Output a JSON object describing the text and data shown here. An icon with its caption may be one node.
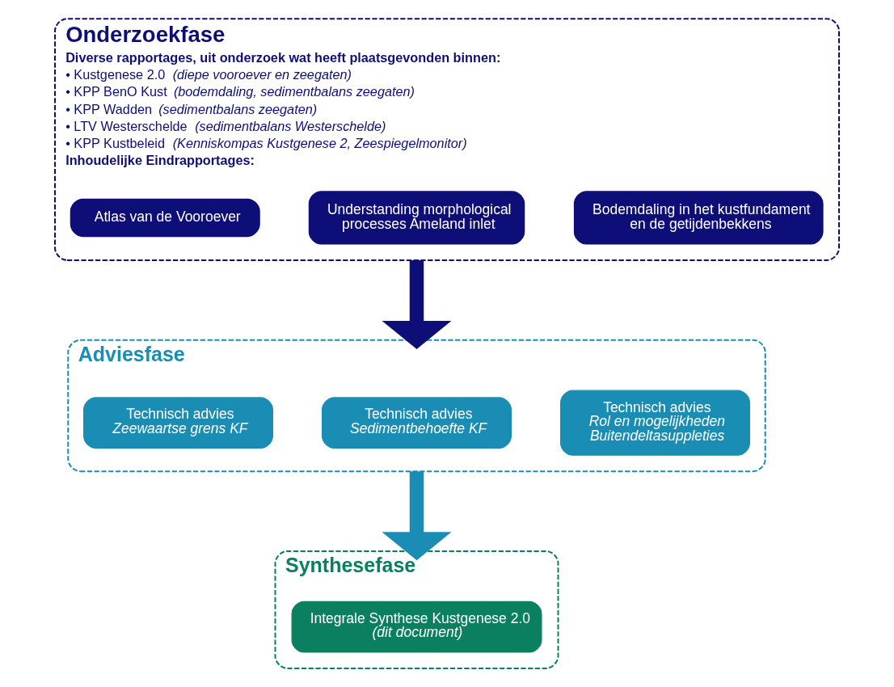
{
  "diagram": {
    "nodes": [
      {
        "text": [
          "Onderzoekfase",
          "Diverse rapportages, uit onderzoek wat heeft plaatsgevonden binnen:",
          "• Kustgenese 2.0 *(diepe vooroever en zeegaten)*",
          "• KPP BenO Kust *(bodemdaling, sedimentbalans zeegaten)*",
          "• KPP Wadden *(sedimentbalans zeegaten)*",
          "• LTV Westerschelde *(sedimentbalans Westerschelde)*",
          "• KPP Kustbeleid *(Kenniskompas Kustgenese 2, Zeespiegelmonitor)*",
          "Inhoudelijke Eindrapportages:"
        ]
      },
      {
        "text": [
          "Atlas van de Vooroever"
        ],
        "in": 0
      },
      {
        "text": [
          "Understanding morphological processes Ameland inlet"
        ],
        "in": 0
      },
      {
        "text": [
          "Bodemdaling in het kustfundament en de getijdenbekkens"
        ],
        "in": 0
      },
      {
        "text": [
          "Adviesfase"
        ]
      },
      {
        "text": [
          "Technisch advies",
          "*Zeewaartse grens KF*"
        ],
        "in": 4
      },
      {
        "text": [
          "Technisch advies",
          "*Sedimentbehoefte KF*"
        ],
        "in": 4
      },
      {
        "text": [
          "Technisch advies",
          "*Rol en mogelijkheden Buitendeltasuppleties*"
        ],
        "in": 4
      },
      {
        "text": [
          "Synthesefase"
        ]
      },
      {
        "text": [
          "Integrale Synthese Kustgenese 2.0",
          "*(dit document)*"
        ],
        "in": 8
      }
    ],
    "edges": [
      {
        "from": 0,
        "to": 4,
        "arrow": "to",
        "color": "#0e0e78"
      },
      {
        "from": 4,
        "to": 8,
        "arrow": "to",
        "color": "#1a8db5"
      }
    ]
  }
}
